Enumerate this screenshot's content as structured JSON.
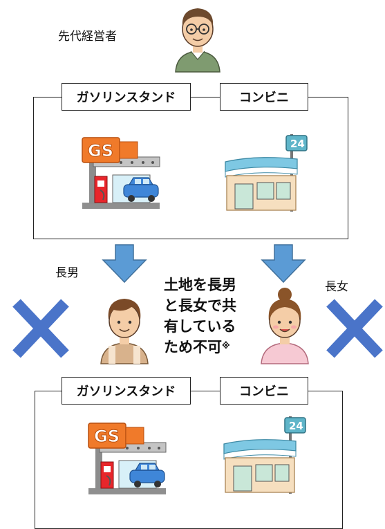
{
  "top": {
    "owner_label": "先代経営者"
  },
  "businesses_top": {
    "gas_station_label": "ガソリンスタンド",
    "convenience_label": "コンビニ"
  },
  "heirs": {
    "son_label": "長男",
    "daughter_label": "長女"
  },
  "note": {
    "line1": "土地を長男",
    "line2": "と長女で共",
    "line3": "有している",
    "line4": "ため不可",
    "mark": "※"
  },
  "businesses_bottom": {
    "gas_station_label": "ガソリンスタンド",
    "convenience_label": "コンビニ"
  },
  "icons": {
    "gs_sign": "GS",
    "store_sign": "24"
  },
  "colors": {
    "arrow": "#5b9bd5",
    "cross": "#4a74c9",
    "gs_orange": "#f07a2a",
    "car": "#3f86d8",
    "store_roof": "#7ec8e3"
  }
}
